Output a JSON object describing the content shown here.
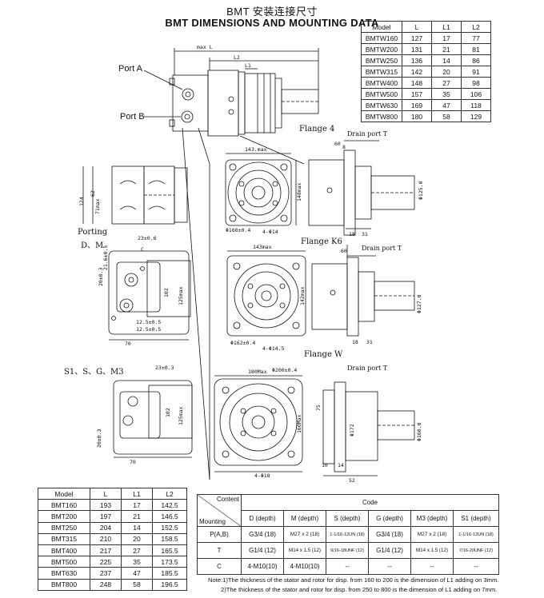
{
  "title_cn": "BMT 安装连接尺寸",
  "title_en": "BMT DIMENSIONS AND MOUNTING DATA",
  "bmtw_table": {
    "headers": [
      "Model",
      "L",
      "L1",
      "L2"
    ],
    "rows": [
      [
        "BMTW160",
        "127",
        "17",
        "77"
      ],
      [
        "BMTW200",
        "131",
        "21",
        "81"
      ],
      [
        "BMTW250",
        "136",
        "14",
        "86"
      ],
      [
        "BMTW315",
        "142",
        "20",
        "91"
      ],
      [
        "BMTW400",
        "148",
        "27",
        "98"
      ],
      [
        "BMTW500",
        "157",
        "35",
        "106"
      ],
      [
        "BMTW630",
        "169",
        "47",
        "118"
      ],
      [
        "BMTW800",
        "180",
        "58",
        "129"
      ]
    ]
  },
  "bmt_table": {
    "headers": [
      "Model",
      "L",
      "L1",
      "L2"
    ],
    "rows": [
      [
        "BMT160",
        "193",
        "17",
        "142.5"
      ],
      [
        "BMT200",
        "197",
        "21",
        "146.5"
      ],
      [
        "BMT250",
        "204",
        "14",
        "152.5"
      ],
      [
        "BMT315",
        "210",
        "20",
        "158.5"
      ],
      [
        "BMT400",
        "217",
        "27",
        "165.5"
      ],
      [
        "BMT500",
        "225",
        "35",
        "173.5"
      ],
      [
        "BMT630",
        "237",
        "47",
        "185.5"
      ],
      [
        "BMT800",
        "248",
        "58",
        "196.5"
      ]
    ]
  },
  "ports_table": {
    "corner_top": "Content",
    "corner_bottom": "Mounting",
    "code_header": "Code",
    "col_headers": [
      "D (depth)",
      "M (depth)",
      "S (depth)",
      "G (depth)",
      "M3 (depth)",
      "S1 (depth)"
    ],
    "rows": [
      {
        "label": "P(A,B)",
        "cells": [
          "G3/4  (18)",
          "M27 x 2 (18)",
          "1-1/16-12UN (18)",
          "G3/4  (18)",
          "M27 x 2 (18)",
          "1-1/16-12UN (18)"
        ]
      },
      {
        "label": "T",
        "cells": [
          "G1/4  (12)",
          "M14 x 1.5 (12)",
          "9/16-18UNF (12)",
          "G1/4  (12)",
          "M14 x 1.5 (12)",
          "7/16-20UNF (12)"
        ]
      },
      {
        "label": "C",
        "cells": [
          "4-M10(10)",
          "4-M10(10)",
          "--",
          "--",
          "--",
          "--"
        ]
      }
    ]
  },
  "notes": [
    "Note:1)The thickness of the stator and rotor for disp. from 160 to 200 is the dimension of L1 adding on 3mm.",
    "2)The thickness of the stator and rotor for disp. from 250 to 800 is the dimension of L1 adding on 7mm."
  ],
  "labels": {
    "port_a": "Port A",
    "port_b": "Port B",
    "flange_4": "Flange 4",
    "flange_k6": "Flange K6",
    "flange_w": "Flange W",
    "porting": "Porting",
    "porting_dm": "D、M",
    "porting_s": "S1、S、G、M3",
    "drain_port": "Drain port T"
  },
  "dimensions": {
    "max_l": "max L",
    "l2": "L2",
    "l1": "L1",
    "d143": "143.max",
    "d60": "60",
    "d8": "8",
    "d125": "Φ125.0",
    "d160": "Φ160±0.4",
    "d4_14": "4-Φ14",
    "d148": "148max",
    "d18": "18",
    "d31": "31",
    "d62": "62",
    "d124": "124",
    "d71": "71max",
    "d23_6": "23±0.6",
    "c": "C",
    "d20": "20±0.3",
    "d21_6": "21.6±0.5",
    "d102": "102",
    "d125max": "125max",
    "d12_5": "12.5±0.5",
    "d70": "70",
    "d143max2": "143max",
    "d162": "Φ162±0.4",
    "d4_14_5": "4-Φ14.5",
    "d142": "142max",
    "d127": "Φ127.0",
    "d180": "180Max",
    "d200": "Φ200±0.4",
    "d4_18": "4-Φ18",
    "d160max": "160Max",
    "d75": "75",
    "d172": "Φ172",
    "d160w": "Φ160.0",
    "d10": "10",
    "d14": "14",
    "d52": "52",
    "d23_3": "23±0.3"
  }
}
